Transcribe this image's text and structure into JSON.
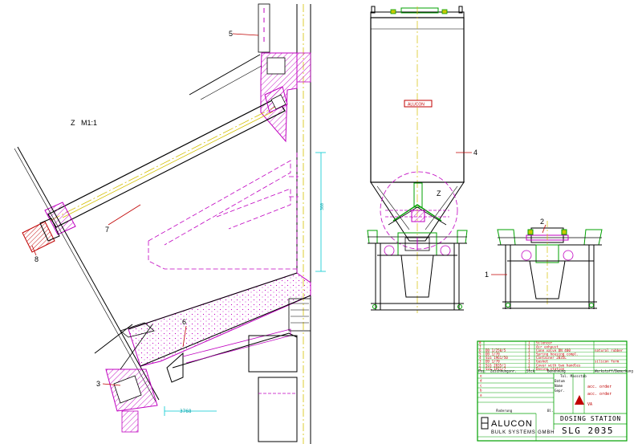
{
  "detail": {
    "label": "Z",
    "scale": "M1:1",
    "positions": [
      "5",
      "7",
      "8",
      "6",
      "3"
    ],
    "dim_bottom": "3768",
    "dim_vertical": "360"
  },
  "front_view": {
    "positions": [
      "4"
    ],
    "detail_marker": "Z",
    "bag_logo": "ALUCON"
  },
  "side_view": {
    "positions": [
      "2",
      "1"
    ]
  },
  "parts_list": {
    "rows": [
      {
        "pos": "8",
        "norm": "",
        "qty": "1",
        "desc": "Silencer",
        "material": ""
      },
      {
        "pos": "7",
        "norm": "",
        "qty": "1",
        "desc": "Air exhaust",
        "material": ""
      },
      {
        "pos": "6",
        "norm": "DD 1/250/5",
        "qty": "1",
        "desc": "Cone valve DN 400",
        "material": "natural rubber"
      },
      {
        "pos": "5",
        "norm": "DD 1/70",
        "qty": "1",
        "desc": "Spring housing compl.",
        "material": ""
      },
      {
        "pos": "4",
        "norm": "SLG 1961/50",
        "qty": "1",
        "desc": "Container 2035L",
        "material": ""
      },
      {
        "pos": "3",
        "norm": "DD 1/70",
        "qty": "1",
        "desc": "Gasket",
        "material": "silicon form"
      },
      {
        "pos": "2",
        "norm": "SLG 2035/1",
        "qty": "1",
        "desc": "Cover with two handles",
        "material": ""
      },
      {
        "pos": "1",
        "norm": "SLG 1971/7",
        "qty": "1",
        "desc": "Dosing station",
        "material": ""
      }
    ],
    "header": {
      "pos": "Pos.",
      "norm": "Zeichnungsnr.",
      "qty": "Stck",
      "desc": "Benennung",
      "material": "Werkstoff/Bemerkung"
    }
  },
  "title_block": {
    "rev_letters": [
      "e",
      "d",
      "c",
      "b",
      "a"
    ],
    "tol_label": "Tol. Massstab",
    "date_label": "Datum",
    "name_label": "Name",
    "dept_label": "Gepr.",
    "scale_value": "acc. order",
    "surface_value": "acc. order",
    "material_short": "VA",
    "title": "DOSING STATION",
    "drawing_no": "SLG 2035",
    "company": "ALUCON",
    "company_sub": "BULK SYSTEMS GMBH",
    "change_label": "Änderung",
    "sheet_label": "Bl."
  }
}
